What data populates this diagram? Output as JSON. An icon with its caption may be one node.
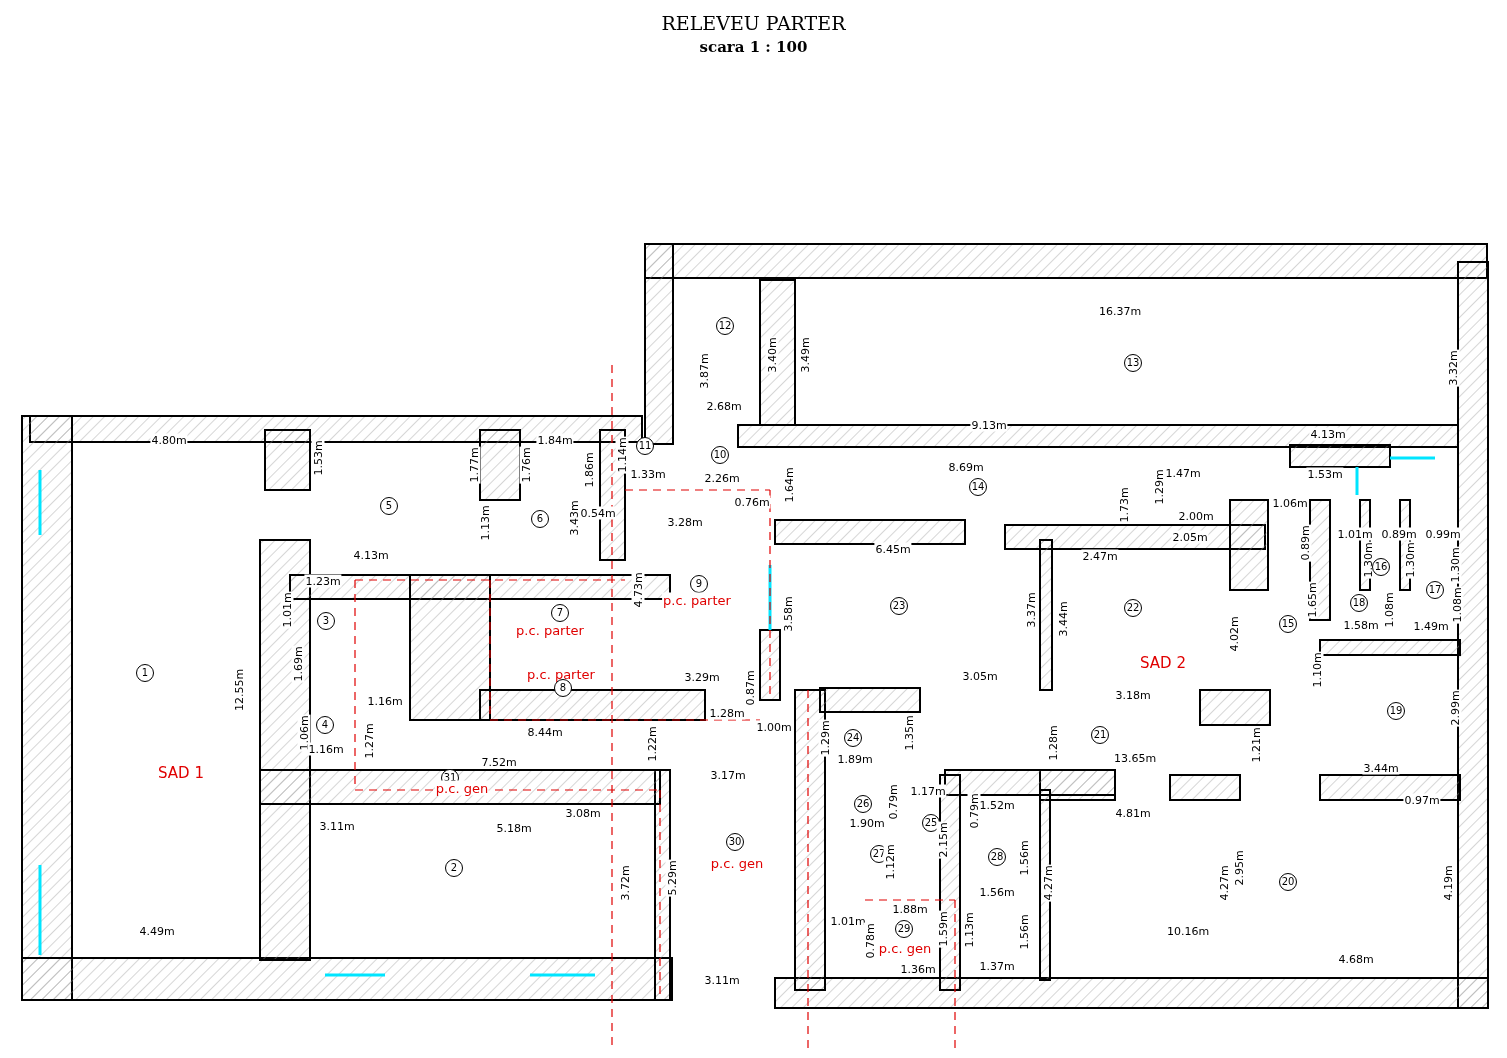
{
  "diagram": {
    "title": "RELEVEU PARTER",
    "caption": "scara 1 : 100",
    "labels": [
      "16.37m",
      "3.87m",
      "12",
      "3.40m",
      "3.49m",
      "13",
      "3.32m",
      "2.68m",
      "9.13m",
      "4.80m",
      "1.84m",
      "4.13m",
      "11",
      "1.53m",
      "1.14m",
      "10",
      "1.77m",
      "1.76m",
      "1.86m",
      "8.69m",
      "1.33m",
      "2.26m",
      "1.47m",
      "1.53m",
      "1.64m",
      "14",
      "1.29m",
      "5",
      "0.76m",
      "1.73m",
      "1.06m",
      "1.13m",
      "6",
      "3.43m",
      "0.54m",
      "3.28m",
      "2.00m",
      "2.05m",
      "1.01m",
      "0.89m",
      "0.99m",
      "6.45m",
      "0.89m",
      "4.13m",
      "2.47m",
      "1.30m",
      "16",
      "1.30m",
      "1.30m",
      "1.23m",
      "4.73m",
      "9",
      "17",
      "1.01m",
      "p.c. parter",
      "23",
      "22",
      "1.65m",
      "18",
      "1.08m",
      "3",
      "7",
      "3.58m",
      "3.37m",
      "3.44m",
      "15",
      "1.58m",
      "1.08m",
      "1.49m",
      "p.c. parter",
      "4.02m",
      "1",
      "1.69m",
      "p.c. parter",
      "3.29m",
      "3.05m",
      "SAD 2",
      "1.10m",
      "12.55m",
      "1.16m",
      "8",
      "0.87m",
      "3.18m",
      "1.28m",
      "19",
      "2.99m",
      "1.06m",
      "4",
      "8.44m",
      "1.00m",
      "1.35m",
      "21",
      "1.16m",
      "1.27m",
      "1.22m",
      "1.29m",
      "24",
      "1.28m",
      "1.21m",
      "7.52m",
      "1.89m",
      "13.65m",
      "3.44m",
      "SAD 1",
      "31",
      "3.17m",
      "p.c. gen",
      "1.17m",
      "3.08m",
      "26",
      "0.79m",
      "0.79m",
      "1.52m",
      "4.81m",
      "0.97m",
      "3.11m",
      "5.18m",
      "1.90m",
      "25",
      "30",
      "2.15m",
      "2",
      "p.c. gen",
      "27",
      "1.12m",
      "28",
      "1.56m",
      "2.95m",
      "3.72m",
      "5.29m",
      "1.56m",
      "4.27m",
      "4.27m",
      "20",
      "4.19m",
      "1.01m",
      "1.88m",
      "4.49m",
      "0.78m",
      "29",
      "p.c. gen",
      "1.59m",
      "1.13m",
      "1.56m",
      "10.16m",
      "1.36m",
      "1.37m",
      "4.68m",
      "3.11m"
    ]
  }
}
